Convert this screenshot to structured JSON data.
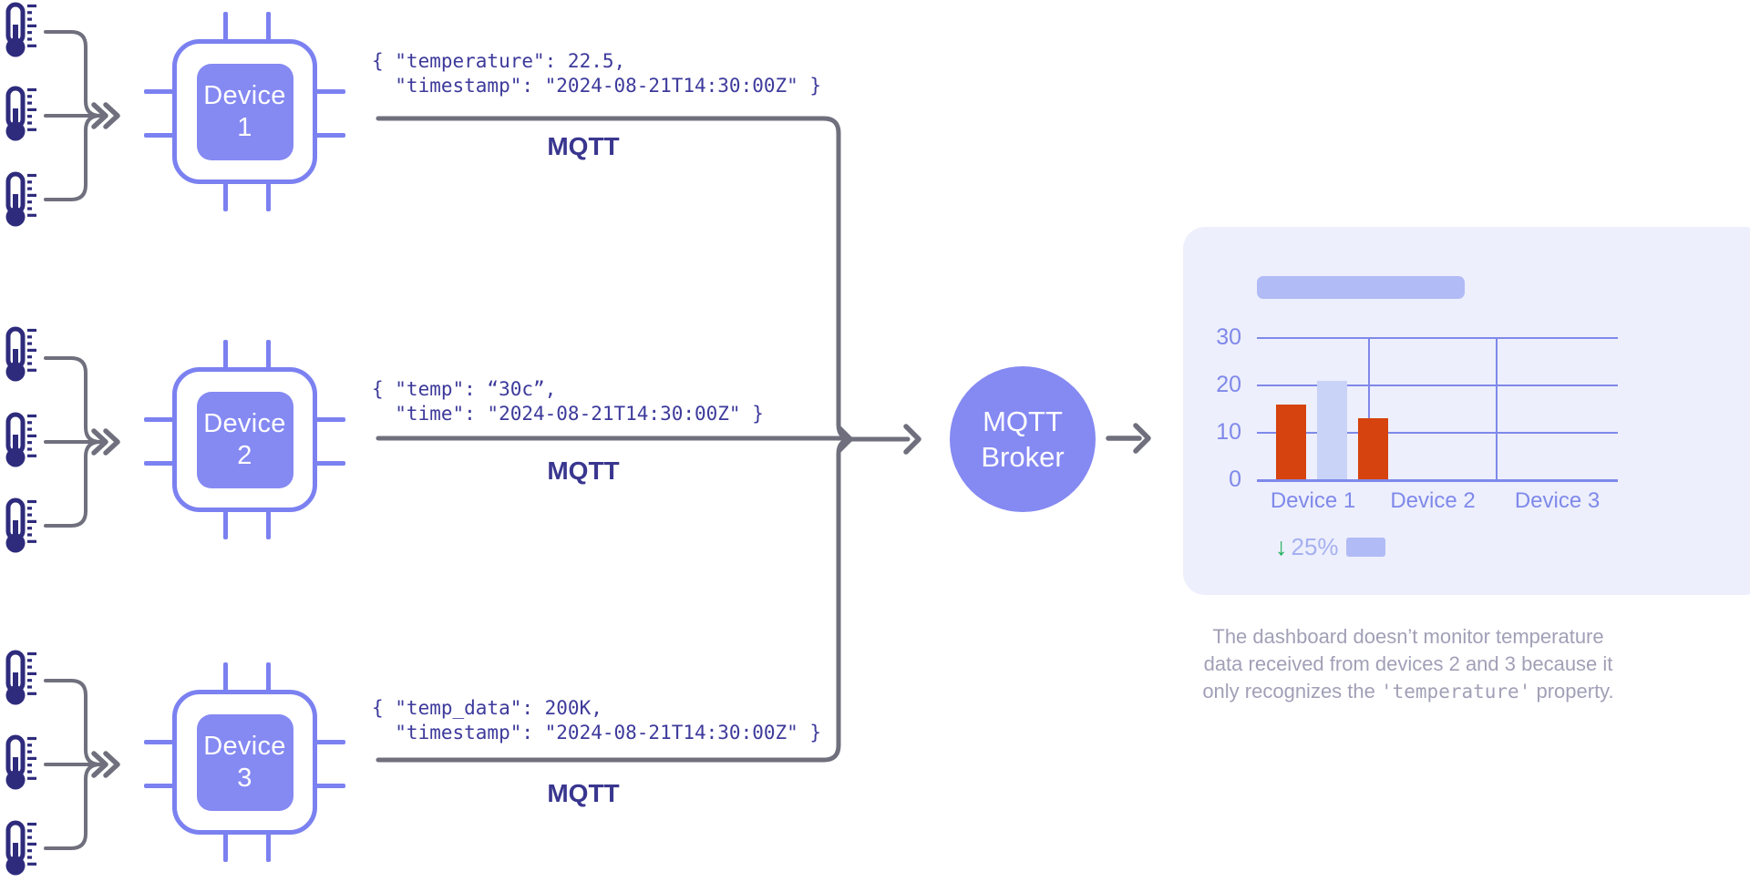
{
  "colors": {
    "accent": "#7b81f0",
    "chip_fill": "#8589f2",
    "connector_gray": "#6f6f7d",
    "thermometer_ink": "#2e2b7d",
    "code_ink": "#3d3a9b",
    "mqtt_ink": "#39368f",
    "card_bg": "#edeffc",
    "placeholder_lavender": "#b1bbf5",
    "grid_blue": "#7f89ea",
    "bar_red": "#d6430e",
    "bar_lavender": "#c9d3f7",
    "green": "#21b15a",
    "badge_text": "#a5b0f1"
  },
  "devices": [
    {
      "name_line1": "Device",
      "name_line2": "1",
      "payload_line1": "{ \"temperature\": 22.5,",
      "payload_line2": "  \"timestamp\": \"2024-08-21T14:30:00Z\" }",
      "protocol": "MQTT"
    },
    {
      "name_line1": "Device",
      "name_line2": "2",
      "payload_line1": "{ \"temp\": “30c”,",
      "payload_line2": "  \"time\": \"2024-08-21T14:30:00Z\" }",
      "protocol": "MQTT"
    },
    {
      "name_line1": "Device",
      "name_line2": "3",
      "payload_line1": "{ \"temp_data\": 200K,",
      "payload_line2": "  \"timestamp\": \"2024-08-21T14:30:00Z\" }",
      "protocol": "MQTT"
    }
  ],
  "broker": {
    "name_line1": "MQTT",
    "name_line2": "Broker"
  },
  "dashboard": {
    "badge": {
      "direction": "down",
      "arrow_glyph": "↓",
      "value": "25%"
    },
    "chart_data": {
      "type": "bar",
      "categories": [
        "Device 1",
        "Device 2",
        "Device 3"
      ],
      "yticks": [
        0,
        10,
        20,
        30
      ],
      "ylim": [
        0,
        30
      ],
      "grid": true,
      "legend": "none",
      "groups": [
        {
          "category": "Device 1",
          "values": [
            16,
            21,
            13
          ],
          "colors": [
            "#d6430e",
            "#c9d3f7",
            "#d6430e"
          ]
        },
        {
          "category": "Device 2",
          "values": [],
          "colors": []
        },
        {
          "category": "Device 3",
          "values": [],
          "colors": []
        }
      ]
    }
  },
  "caption": {
    "line1": "The dashboard doesn’t monitor temperature",
    "line2": "data received from devices 2 and 3 because it",
    "line3_prefix": "only recognizes the ",
    "line3_code": "'temperature'",
    "line3_suffix": " property."
  }
}
